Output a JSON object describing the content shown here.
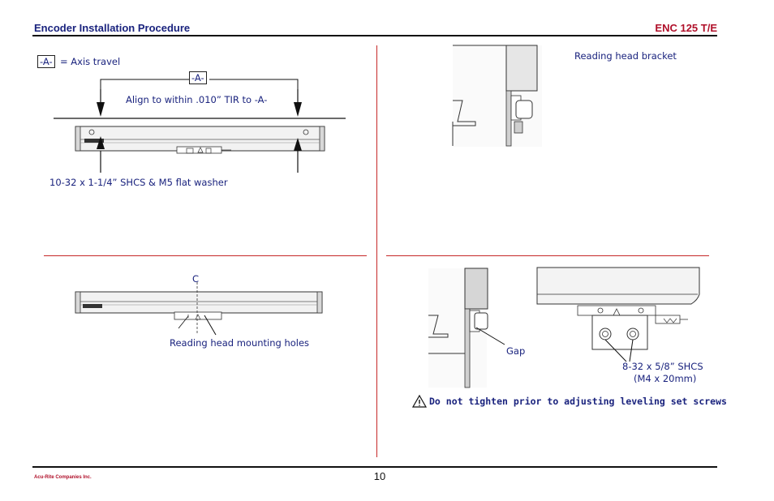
{
  "header": {
    "title": "Encoder Installation Procedure",
    "model": "ENC 125 T/E"
  },
  "panel1": {
    "datum_tag": "-A-",
    "axis_travel_label": "= Axis travel",
    "datum_tag_top": "-A-",
    "align_note": "Align to within .010” TIR to -A-",
    "washer_label": "10-32 x 1-1/4” SHCS & M5 flat washer"
  },
  "panel2": {
    "bracket_label": "Reading head bracket"
  },
  "panel3": {
    "centerline_symbol": "C",
    "mounting_holes_label": "Reading head mounting holes"
  },
  "panel4": {
    "gap_label": "Gap",
    "screw_label_1": "8-32 x 5/8” SHCS",
    "screw_label_2": "(M4 x 20mm)",
    "warning_text": "Do not tighten prior to adjusting leveling set screws"
  },
  "footer": {
    "company": "Acu-Rite Companies Inc.",
    "page_number": "10"
  }
}
